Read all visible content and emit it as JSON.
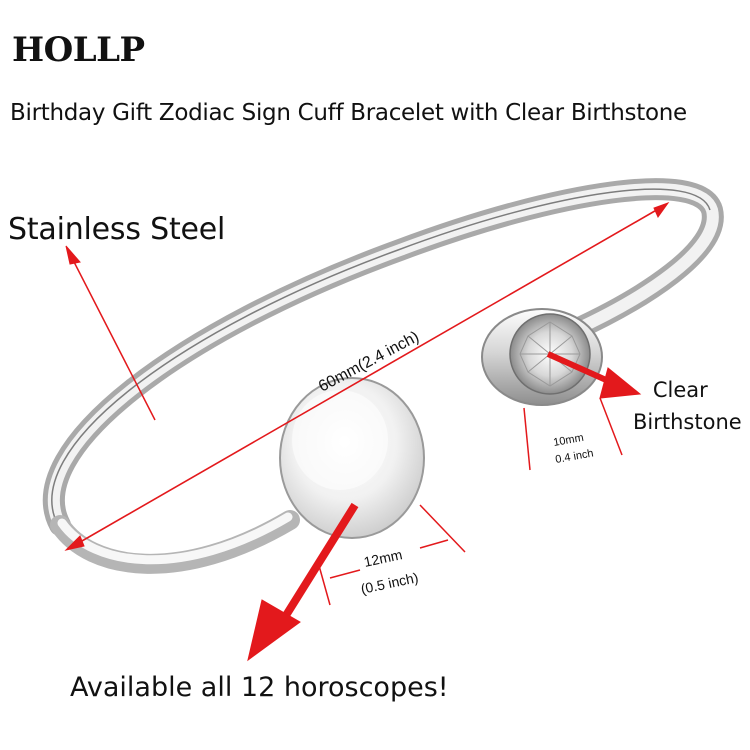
{
  "brand": "HOLLP",
  "title": "Birthday Gift Zodiac Sign Cuff Bracelet with Clear Birthstone",
  "material_label": "Stainless Steel",
  "birthstone_label": {
    "line1": "Clear",
    "line2": "Birthstone"
  },
  "dimensions": {
    "length": "60mm(2.4 inch)",
    "disc_mm": "12mm",
    "disc_inch": "(0.5 inch)",
    "stone_mm": "10mm",
    "stone_inch": "0.4 inch"
  },
  "footer": "Available all 12 horoscopes!",
  "colors": {
    "annotation": "#e3191c",
    "metal_light": "#f4f4f4",
    "metal_dark": "#8c8c8c"
  }
}
